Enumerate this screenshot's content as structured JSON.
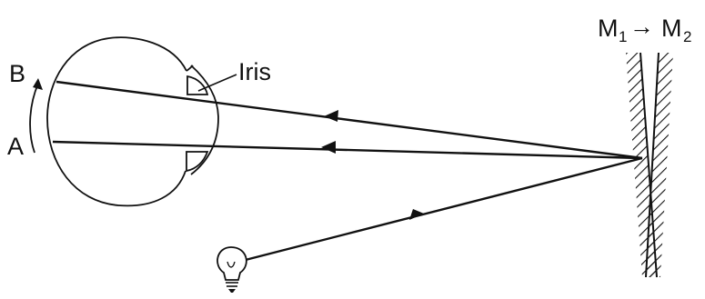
{
  "labels": {
    "point_b": "B",
    "point_a": "A",
    "iris": "Iris",
    "mirror_1": "M",
    "mirror_1_sub": "1",
    "arrow_glyph": "→",
    "mirror_2": "M",
    "mirror_2_sub": "2"
  },
  "colors": {
    "ink": "#111111",
    "background": "#ffffff"
  },
  "icons": [
    "light-bulb-icon",
    "curved-arrow-icon",
    "ray-arrow-icon"
  ]
}
